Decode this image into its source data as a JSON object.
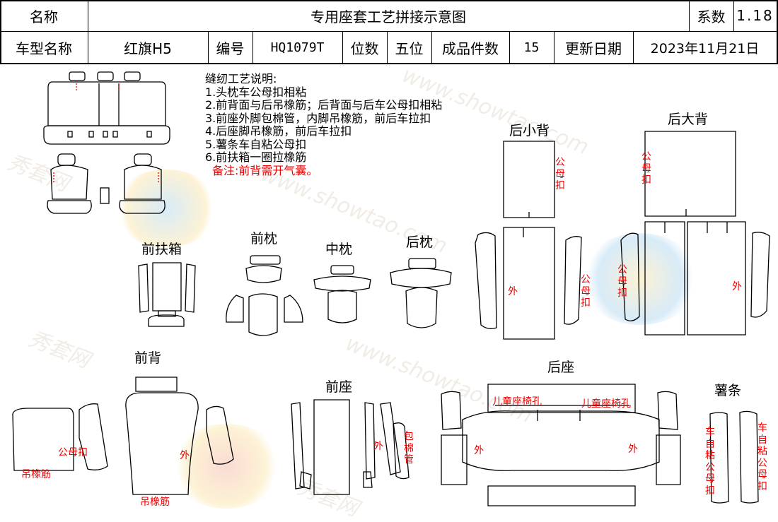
{
  "header": {
    "name_label": "名称",
    "doc_title": "专用座套工艺拼接示意图",
    "coef_label": "系数",
    "coef_value": "1.18",
    "model_label": "车型名称",
    "model_value": "红旗H5",
    "code_label": "编号",
    "code_value": "HQ1079T",
    "seats_label": "位数",
    "seats_value": "五位",
    "pieces_label": "成品件数",
    "pieces_value": "15",
    "date_label": "更新日期",
    "date_value": "2023年11月21日"
  },
  "notes": {
    "heading": "缝纫工艺说明:",
    "items": [
      "1.头枕车公母扣相粘",
      "2.前背面与后吊橡筋；后背面与后车公母扣相粘",
      "3.前座外脚包棉管，内脚吊橡筋，前后车拉扣",
      "4.后座脚吊橡筋，前后车拉扣",
      "5.薯条车自粘公母扣",
      "6.前扶箱一圈拉橡筋"
    ],
    "remark": "备注:前背需开气囊。"
  },
  "sections": {
    "front_armrest": "前扶箱",
    "front_headrest": "前枕",
    "mid_headrest": "中枕",
    "rear_headrest": "后枕",
    "rear_small_back": "后小背",
    "rear_big_back": "后大背",
    "front_back": "前背",
    "front_seat": "前座",
    "rear_seat": "后座",
    "fries_strip": "薯条"
  },
  "annotations": {
    "snap": "公母扣",
    "outer": "外",
    "hang_elastic": "吊橡筋",
    "cotton_tube": "包棉管",
    "child_seat_hole": "儿童座椅孔",
    "self_adhesive_snap": "车自粘公母扣"
  },
  "watermark": {
    "brand": "秀套网",
    "url": "www.showtao.com"
  }
}
